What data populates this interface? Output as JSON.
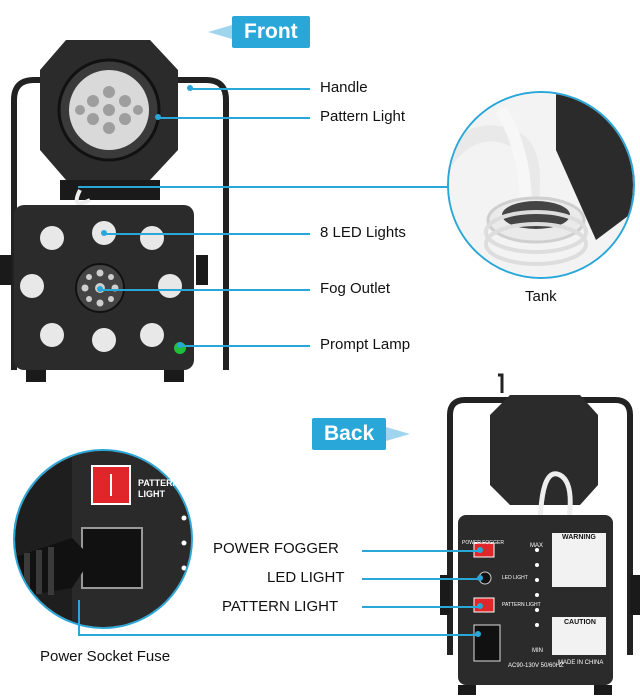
{
  "front_tag": "Front",
  "back_tag": "Back",
  "front_labels": {
    "handle": "Handle",
    "pattern_light": "Pattern Light",
    "led_lights": "8 LED Lights",
    "fog_outlet": "Fog Outlet",
    "prompt_lamp": "Prompt Lamp",
    "tank": "Tank"
  },
  "back_labels": {
    "power_fogger": "POWER FOGGER",
    "led_light": "LED LIGHT",
    "pattern_light": "PATTERN LIGHT",
    "power_socket_fuse": "Power Socket Fuse"
  },
  "panel_text": {
    "warning": "WARNING",
    "caution": "CAUTION",
    "made_in": "MADE IN CHINA",
    "max": "MAX",
    "min": "MIN",
    "power_fogger": "POWER FOGGER",
    "led_light": "LED LIGHT",
    "pattern_light": "PATTERN LIGHT",
    "rating": "AC90-130V 50/60HZ",
    "zoom_pattern_light": "PATTERN LIGHT"
  },
  "colors": {
    "accent": "#2aa7d9",
    "body": "#2b2b2b",
    "switch_red": "#e0262a",
    "prompt_green": "#1fbf3a"
  }
}
